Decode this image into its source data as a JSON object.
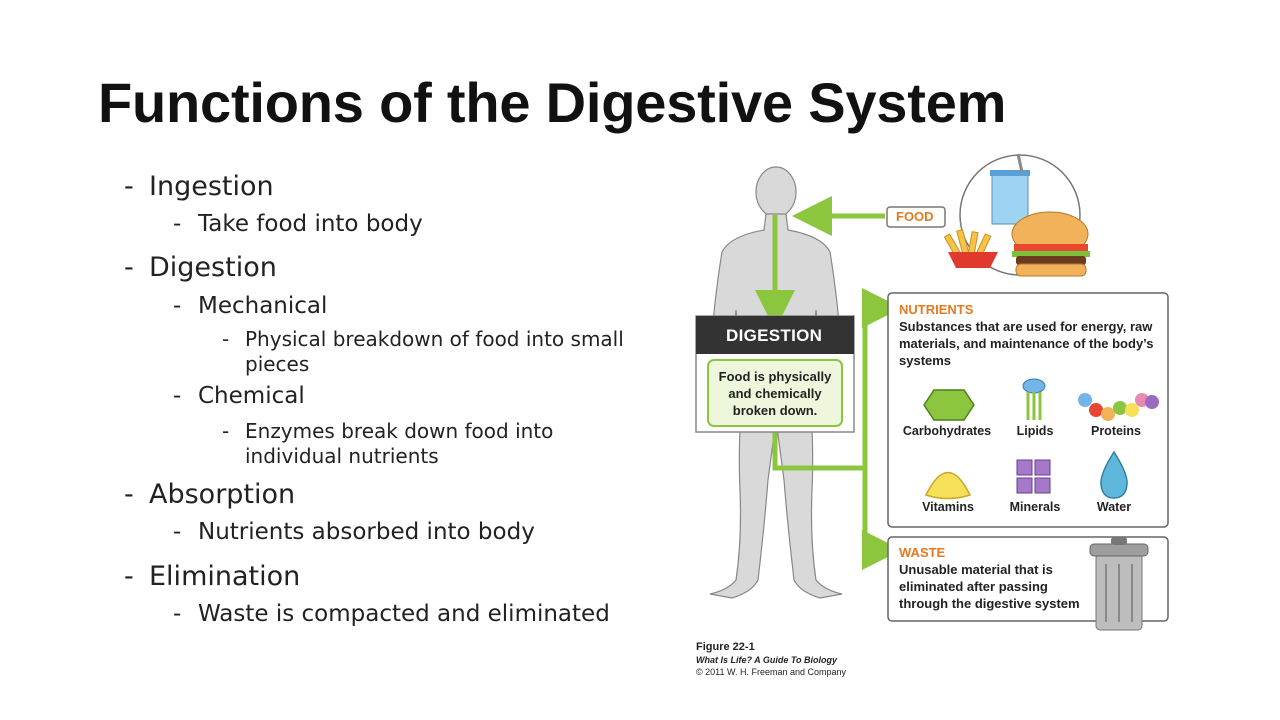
{
  "title": "Functions of the Digestive System",
  "bullets": {
    "ingestion": {
      "label": "Ingestion",
      "sub": "Take food into body"
    },
    "digestion": {
      "label": "Digestion",
      "mechanical": {
        "label": "Mechanical",
        "detail": "Physical breakdown of food into small pieces"
      },
      "chemical": {
        "label": "Chemical",
        "detail": "Enzymes break down food into individual nutrients"
      }
    },
    "absorption": {
      "label": "Absorption",
      "sub": "Nutrients absorbed into body"
    },
    "elimination": {
      "label": "Elimination",
      "sub": "Waste is compacted and eliminated"
    }
  },
  "figure": {
    "food_label": "FOOD",
    "digestion_header": "DIGESTION",
    "digestion_text": "Food is physically and chemically broken down.",
    "nutrients": {
      "header": "NUTRIENTS",
      "description": "Substances that are used for energy, raw materials, and maintenance of the body’s systems",
      "items": [
        "Carbohydrates",
        "Lipids",
        "Proteins",
        "Vitamins",
        "Minerals",
        "Water"
      ]
    },
    "waste": {
      "header": "WASTE",
      "description": "Unusable material that is eliminated after passing through the digestive system"
    },
    "credit": {
      "figure": "Figure 22-1",
      "book": "What Is Life? A Guide To Biology",
      "copyright": "© 2011 W. H. Freeman and Company"
    },
    "colors": {
      "arrow_green": "#8cc63f",
      "header_orange": "#e47b22",
      "dark_bar": "#333333",
      "box_fill": "#eef6dc"
    }
  }
}
